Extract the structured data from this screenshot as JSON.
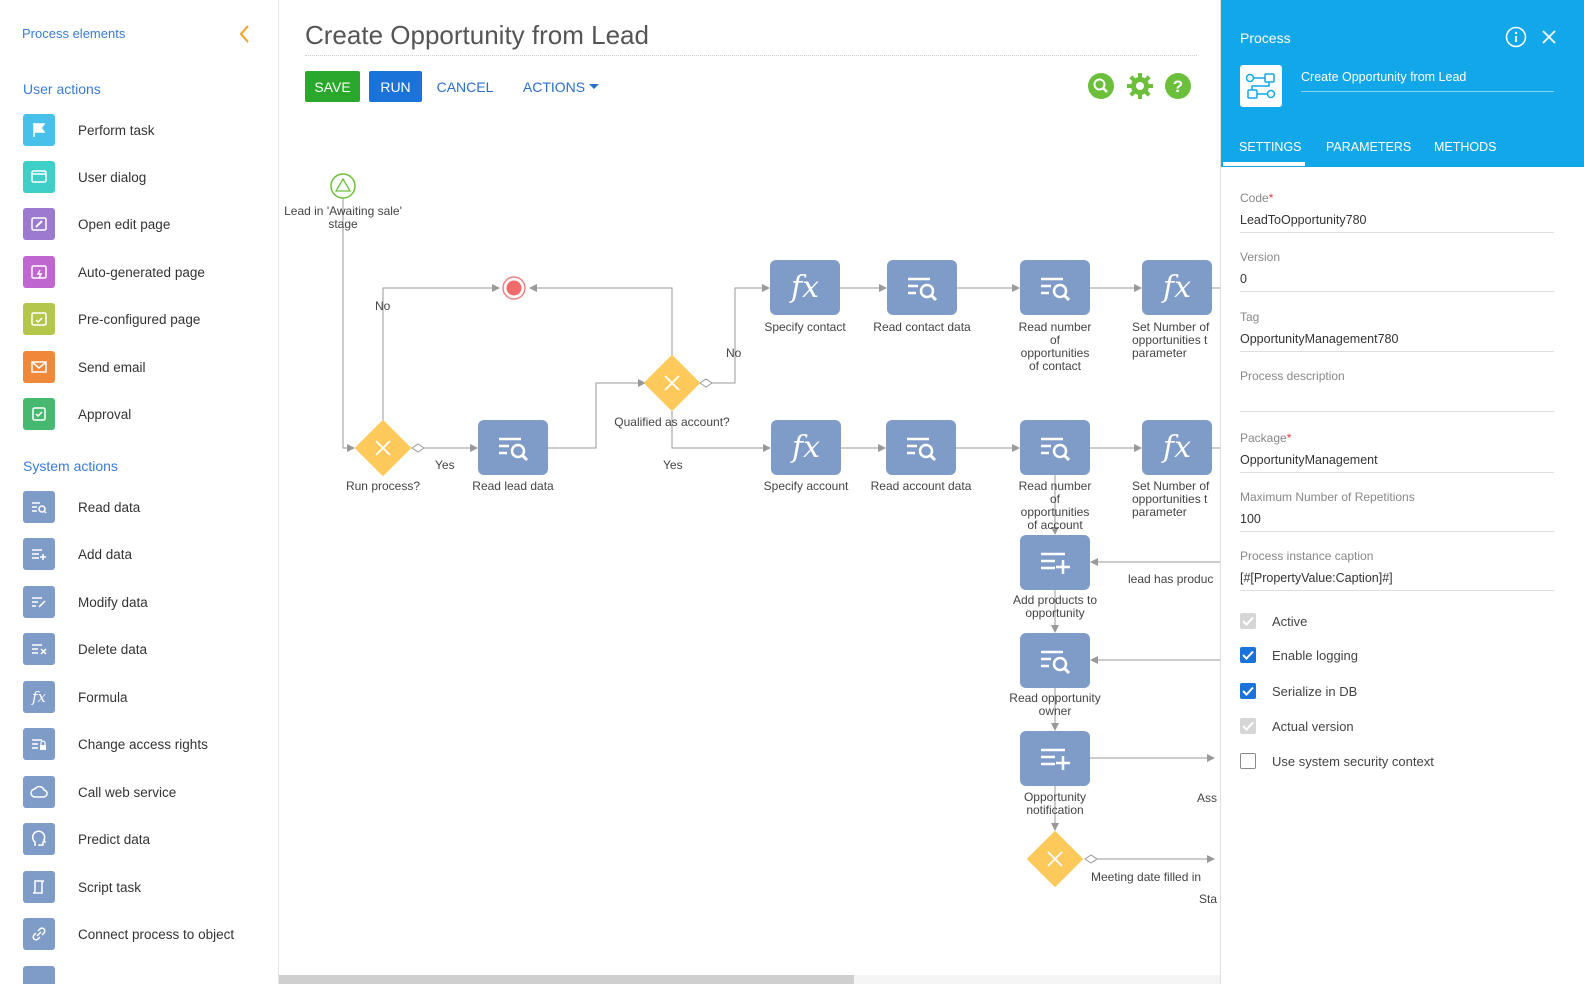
{
  "sidebar": {
    "header": "Process elements",
    "user_actions_title": "User actions",
    "system_actions_title": "System actions",
    "user_actions": [
      {
        "label": "Perform task",
        "icon": "flag-icon",
        "color": "#47c0ea"
      },
      {
        "label": "User dialog",
        "icon": "user-dialog-icon",
        "color": "#3fcfc9"
      },
      {
        "label": "Open edit page",
        "icon": "edit-page-icon",
        "color": "#9c7ad0"
      },
      {
        "label": "Auto-generated page",
        "icon": "auto-page-icon",
        "color": "#c066d0"
      },
      {
        "label": "Pre-configured page",
        "icon": "preconfig-page-icon",
        "color": "#b4c74a"
      },
      {
        "label": "Send email",
        "icon": "email-icon",
        "color": "#f0883a"
      },
      {
        "label": "Approval",
        "icon": "approval-icon",
        "color": "#47b870"
      }
    ],
    "system_actions": [
      {
        "label": "Read data",
        "icon": "read-data-icon"
      },
      {
        "label": "Add data",
        "icon": "add-data-icon"
      },
      {
        "label": "Modify data",
        "icon": "modify-data-icon"
      },
      {
        "label": "Delete data",
        "icon": "delete-data-icon"
      },
      {
        "label": "Formula",
        "icon": "formula-icon"
      },
      {
        "label": "Change access rights",
        "icon": "access-rights-icon"
      },
      {
        "label": "Call web service",
        "icon": "web-service-icon"
      },
      {
        "label": "Predict data",
        "icon": "predict-data-icon"
      },
      {
        "label": "Script task",
        "icon": "script-task-icon"
      },
      {
        "label": "Connect process to object",
        "icon": "connect-object-icon"
      }
    ],
    "system_color": "#7f9bc8"
  },
  "main": {
    "title": "Create Opportunity from Lead",
    "buttons": {
      "save": "SAVE",
      "run": "RUN",
      "cancel": "CANCEL",
      "actions": "ACTIONS"
    }
  },
  "diagram": {
    "start_label": "Lead in 'Awaiting sale' stage",
    "nodes": {
      "specify_contact": "Specify contact",
      "read_contact": "Read contact data",
      "read_num_contact": "Read number of opportunities of contact",
      "set_num_1": "Set Number of opportunities t parameter",
      "read_lead": "Read lead data",
      "specify_account": "Specify account",
      "read_account": "Read account data",
      "read_num_account": "Read number of opportunities of account",
      "set_num_2": "Set Number of opportunities t parameter",
      "add_products": "Add products to opportunity",
      "read_owner": "Read opportunity owner",
      "opp_notification": "Opportunity notification"
    },
    "gateways": {
      "run_process": "Run process?",
      "qualified": "Qualified as account?"
    },
    "edges": {
      "no1": "No",
      "yes1": "Yes",
      "no2": "No",
      "yes2": "Yes",
      "lead_products": "lead has produc",
      "ass": "Ass",
      "meeting": "Meeting date filled in",
      "sta": "Sta"
    }
  },
  "panel": {
    "title": "Process",
    "name": "Create Opportunity from Lead",
    "tabs": [
      "SETTINGS",
      "PARAMETERS",
      "METHODS"
    ],
    "fields": {
      "code_label": "Code",
      "code_value": "LeadToOpportunity780",
      "version_label": "Version",
      "version_value": "0",
      "tag_label": "Tag",
      "tag_value": "OpportunityManagement780",
      "desc_label": "Process description",
      "desc_value": "",
      "package_label": "Package",
      "package_value": "OpportunityManagement",
      "maxrep_label": "Maximum Number of Repetitions",
      "maxrep_value": "100",
      "caption_label": "Process instance caption",
      "caption_value": "[#[PropertyValue:Caption]#]"
    },
    "checkboxes": [
      {
        "label": "Active",
        "state": "disabled-checked"
      },
      {
        "label": "Enable logging",
        "state": "checked"
      },
      {
        "label": "Serialize in DB",
        "state": "checked"
      },
      {
        "label": "Actual version",
        "state": "disabled-checked"
      },
      {
        "label": "Use system security context",
        "state": "unchecked"
      }
    ],
    "accent": "#12a7e8"
  }
}
